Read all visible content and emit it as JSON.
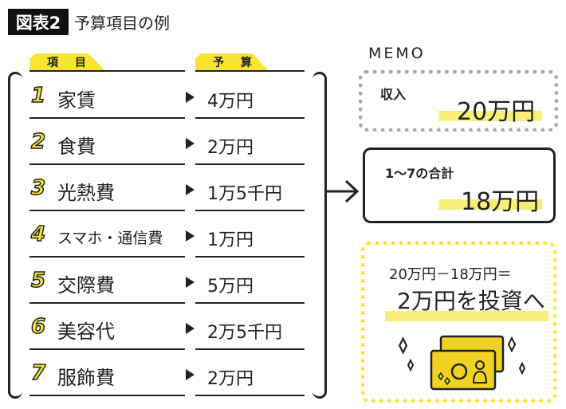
{
  "header": {
    "label": "図表2",
    "title": "予算項目の例"
  },
  "table": {
    "col_item": "項 目",
    "col_budget": "予 算",
    "rows": [
      {
        "num": "1",
        "item": "家賃",
        "amount": "4万円"
      },
      {
        "num": "2",
        "item": "食費",
        "amount": "2万円"
      },
      {
        "num": "3",
        "item": "光熱費",
        "amount": "1万5千円"
      },
      {
        "num": "4",
        "item": "スマホ・通信費",
        "amount": "1万円"
      },
      {
        "num": "5",
        "item": "交際費",
        "amount": "5万円"
      },
      {
        "num": "6",
        "item": "美容代",
        "amount": "2万5千円"
      },
      {
        "num": "7",
        "item": "服飾費",
        "amount": "2万円"
      }
    ]
  },
  "memo": {
    "title": "MEMO",
    "income_label": "収入",
    "income_value": "20万円",
    "total_label": "1〜7の合計",
    "total_value": "18万円",
    "calc": "20万円－18万円＝",
    "result": "2万円を投資へ"
  },
  "colors": {
    "accent": "#f7e531",
    "ink": "#222222",
    "grey_dots": "#aaaaaa"
  }
}
